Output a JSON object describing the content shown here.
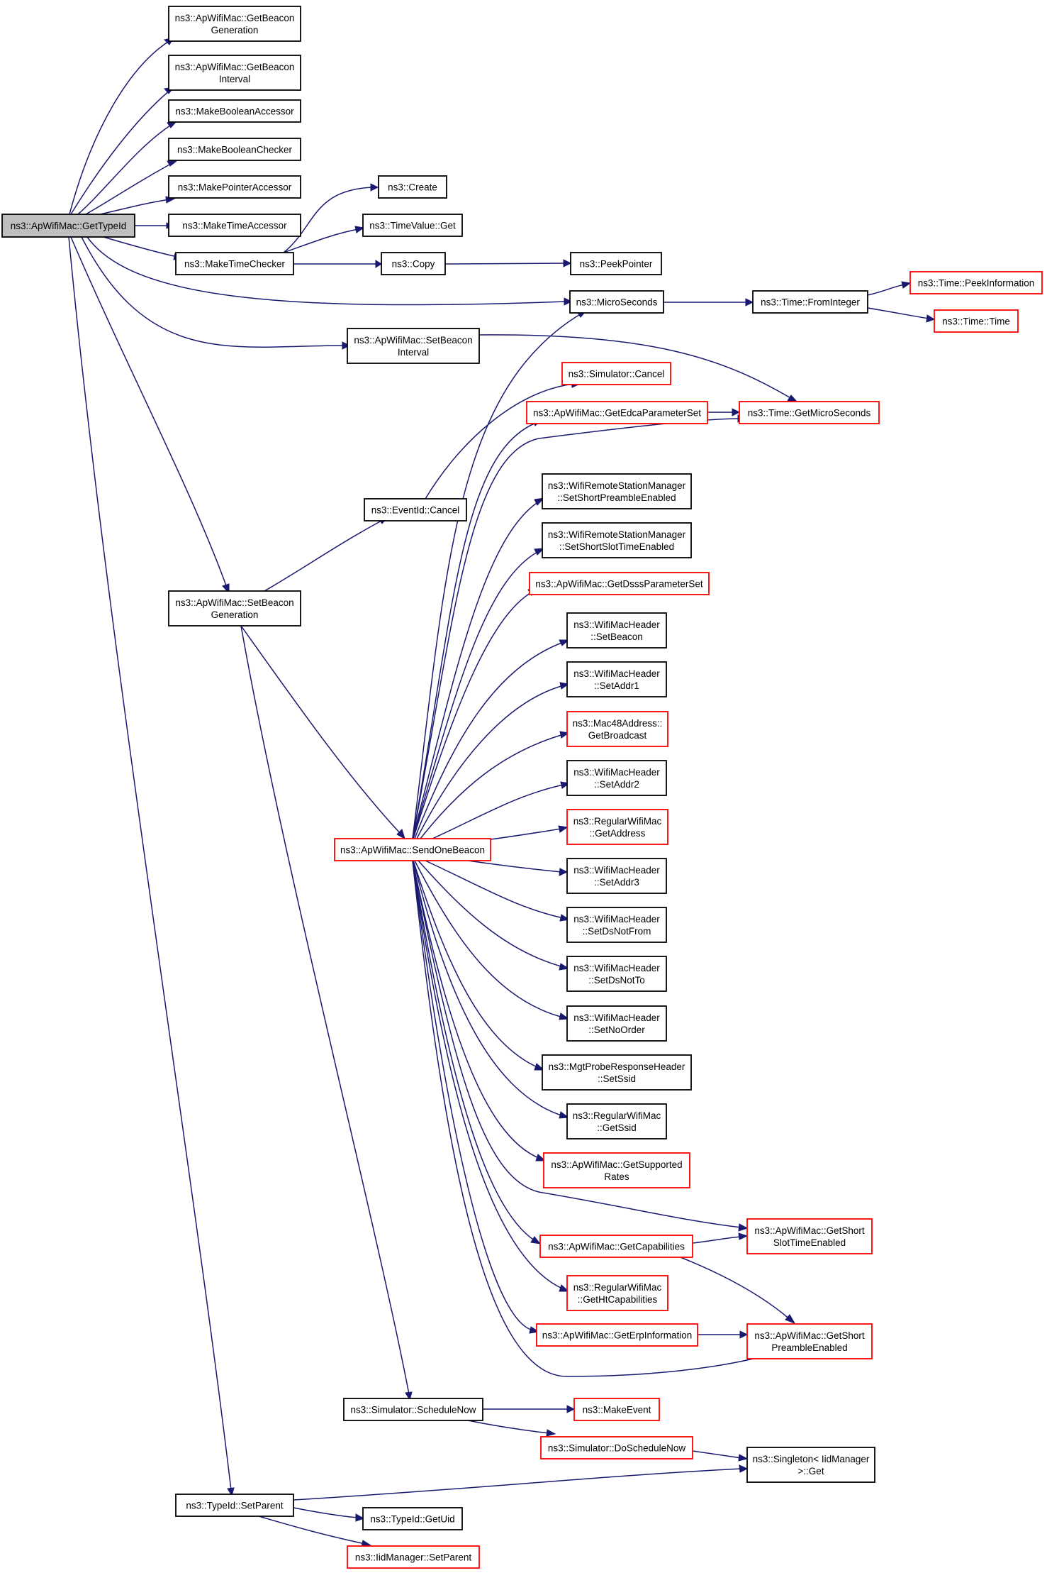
{
  "diagram": {
    "nodes": [
      {
        "id": "root",
        "lines": [
          "ns3::ApWifiMac::GetTypeId"
        ],
        "border": "root"
      },
      {
        "id": "getbeacongen",
        "lines": [
          "ns3::ApWifiMac::GetBeacon",
          "Generation"
        ],
        "border": "black"
      },
      {
        "id": "getbeaconint",
        "lines": [
          "ns3::ApWifiMac::GetBeacon",
          "Interval"
        ],
        "border": "black"
      },
      {
        "id": "mkboolacc",
        "lines": [
          "ns3::MakeBooleanAccessor"
        ],
        "border": "black"
      },
      {
        "id": "mkboolchk",
        "lines": [
          "ns3::MakeBooleanChecker"
        ],
        "border": "black"
      },
      {
        "id": "mkptracc",
        "lines": [
          "ns3::MakePointerAccessor"
        ],
        "border": "black"
      },
      {
        "id": "mktimeacc",
        "lines": [
          "ns3::MakeTimeAccessor"
        ],
        "border": "black"
      },
      {
        "id": "mktimechk",
        "lines": [
          "ns3::MakeTimeChecker"
        ],
        "border": "black"
      },
      {
        "id": "create",
        "lines": [
          "ns3::Create"
        ],
        "border": "black"
      },
      {
        "id": "timevalueget",
        "lines": [
          "ns3::TimeValue::Get"
        ],
        "border": "black"
      },
      {
        "id": "copy",
        "lines": [
          "ns3::Copy"
        ],
        "border": "black"
      },
      {
        "id": "peekpointer",
        "lines": [
          "ns3::PeekPointer"
        ],
        "border": "black"
      },
      {
        "id": "microseconds",
        "lines": [
          "ns3::MicroSeconds"
        ],
        "border": "black"
      },
      {
        "id": "frominteger",
        "lines": [
          "ns3::Time::FromInteger"
        ],
        "border": "black"
      },
      {
        "id": "peekinfo",
        "lines": [
          "ns3::Time::PeekInformation"
        ],
        "border": "red"
      },
      {
        "id": "timetime",
        "lines": [
          "ns3::Time::Time"
        ],
        "border": "red"
      },
      {
        "id": "setbeaconint",
        "lines": [
          "ns3::ApWifiMac::SetBeacon",
          "Interval"
        ],
        "border": "black"
      },
      {
        "id": "simcancel",
        "lines": [
          "ns3::Simulator::Cancel"
        ],
        "border": "red"
      },
      {
        "id": "getedca",
        "lines": [
          "ns3::ApWifiMac::GetEdcaParameterSet"
        ],
        "border": "red"
      },
      {
        "id": "getmicro",
        "lines": [
          "ns3::Time::GetMicroSeconds"
        ],
        "border": "red"
      },
      {
        "id": "setshortpre",
        "lines": [
          "ns3::WifiRemoteStationManager",
          "::SetShortPreambleEnabled"
        ],
        "border": "black"
      },
      {
        "id": "eventcancel",
        "lines": [
          "ns3::EventId::Cancel"
        ],
        "border": "black"
      },
      {
        "id": "setshortslot",
        "lines": [
          "ns3::WifiRemoteStationManager",
          "::SetShortSlotTimeEnabled"
        ],
        "border": "black"
      },
      {
        "id": "getdsss",
        "lines": [
          "ns3::ApWifiMac::GetDsssParameterSet"
        ],
        "border": "red"
      },
      {
        "id": "setbeacongen",
        "lines": [
          "ns3::ApWifiMac::SetBeacon",
          "Generation"
        ],
        "border": "black"
      },
      {
        "id": "hdrsetbeacon",
        "lines": [
          "ns3::WifiMacHeader",
          "::SetBeacon"
        ],
        "border": "black"
      },
      {
        "id": "setaddr1",
        "lines": [
          "ns3::WifiMacHeader",
          "::SetAddr1"
        ],
        "border": "black"
      },
      {
        "id": "getbroadcast",
        "lines": [
          "ns3::Mac48Address::",
          "GetBroadcast"
        ],
        "border": "red"
      },
      {
        "id": "setaddr2",
        "lines": [
          "ns3::WifiMacHeader",
          "::SetAddr2"
        ],
        "border": "black"
      },
      {
        "id": "getaddress",
        "lines": [
          "ns3::RegularWifiMac",
          "::GetAddress"
        ],
        "border": "red"
      },
      {
        "id": "sendonebeacon",
        "lines": [
          "ns3::ApWifiMac::SendOneBeacon"
        ],
        "border": "red"
      },
      {
        "id": "setaddr3",
        "lines": [
          "ns3::WifiMacHeader",
          "::SetAddr3"
        ],
        "border": "black"
      },
      {
        "id": "setdsnotfrom",
        "lines": [
          "ns3::WifiMacHeader",
          "::SetDsNotFrom"
        ],
        "border": "black"
      },
      {
        "id": "setdsnotto",
        "lines": [
          "ns3::WifiMacHeader",
          "::SetDsNotTo"
        ],
        "border": "black"
      },
      {
        "id": "setnoorder",
        "lines": [
          "ns3::WifiMacHeader",
          "::SetNoOrder"
        ],
        "border": "black"
      },
      {
        "id": "setssid",
        "lines": [
          "ns3::MgtProbeResponseHeader",
          "::SetSsid"
        ],
        "border": "black"
      },
      {
        "id": "getssid",
        "lines": [
          "ns3::RegularWifiMac",
          "::GetSsid"
        ],
        "border": "black"
      },
      {
        "id": "getsupported",
        "lines": [
          "ns3::ApWifiMac::GetSupported",
          "Rates"
        ],
        "border": "red"
      },
      {
        "id": "getshortslot",
        "lines": [
          "ns3::ApWifiMac::GetShort",
          "SlotTimeEnabled"
        ],
        "border": "red"
      },
      {
        "id": "getcaps",
        "lines": [
          "ns3::ApWifiMac::GetCapabilities"
        ],
        "border": "red"
      },
      {
        "id": "gethtcaps",
        "lines": [
          "ns3::RegularWifiMac",
          "::GetHtCapabilities"
        ],
        "border": "red"
      },
      {
        "id": "geterp",
        "lines": [
          "ns3::ApWifiMac::GetErpInformation"
        ],
        "border": "red"
      },
      {
        "id": "getshortpre",
        "lines": [
          "ns3::ApWifiMac::GetShort",
          "PreambleEnabled"
        ],
        "border": "red"
      },
      {
        "id": "schedulenow",
        "lines": [
          "ns3::Simulator::ScheduleNow"
        ],
        "border": "black"
      },
      {
        "id": "makeevent",
        "lines": [
          "ns3::MakeEvent"
        ],
        "border": "red"
      },
      {
        "id": "doschedulenow",
        "lines": [
          "ns3::Simulator::DoScheduleNow"
        ],
        "border": "red"
      },
      {
        "id": "singletonget",
        "lines": [
          "ns3::Singleton< IidManager",
          ">::Get"
        ],
        "border": "black"
      },
      {
        "id": "typeidsetparent",
        "lines": [
          "ns3::TypeId::SetParent"
        ],
        "border": "black"
      },
      {
        "id": "getuid",
        "lines": [
          "ns3::TypeId::GetUid"
        ],
        "border": "black"
      },
      {
        "id": "iidsetparent",
        "lines": [
          "ns3::IidManager::SetParent"
        ],
        "border": "red"
      }
    ],
    "edges": [
      [
        "root",
        "getbeacongen"
      ],
      [
        "root",
        "getbeaconint"
      ],
      [
        "root",
        "mkboolacc"
      ],
      [
        "root",
        "mkboolchk"
      ],
      [
        "root",
        "mkptracc"
      ],
      [
        "root",
        "mktimeacc"
      ],
      [
        "root",
        "mktimechk"
      ],
      [
        "root",
        "microseconds"
      ],
      [
        "root",
        "setbeaconint"
      ],
      [
        "root",
        "setbeacongen"
      ],
      [
        "root",
        "typeidsetparent"
      ],
      [
        "mktimechk",
        "create"
      ],
      [
        "mktimechk",
        "timevalueget"
      ],
      [
        "mktimechk",
        "copy"
      ],
      [
        "copy",
        "peekpointer"
      ],
      [
        "microseconds",
        "frominteger"
      ],
      [
        "frominteger",
        "peekinfo"
      ],
      [
        "frominteger",
        "timetime"
      ],
      [
        "setbeaconint",
        "getmicro"
      ],
      [
        "getedca",
        "getmicro"
      ],
      [
        "setbeacongen",
        "eventcancel"
      ],
      [
        "setbeacongen",
        "sendonebeacon"
      ],
      [
        "setbeacongen",
        "schedulenow"
      ],
      [
        "eventcancel",
        "simcancel"
      ],
      [
        "sendonebeacon",
        "microseconds"
      ],
      [
        "sendonebeacon",
        "getedca"
      ],
      [
        "sendonebeacon",
        "getmicro"
      ],
      [
        "sendonebeacon",
        "setshortpre"
      ],
      [
        "sendonebeacon",
        "setshortslot"
      ],
      [
        "sendonebeacon",
        "getdsss"
      ],
      [
        "sendonebeacon",
        "hdrsetbeacon"
      ],
      [
        "sendonebeacon",
        "setaddr1"
      ],
      [
        "sendonebeacon",
        "getbroadcast"
      ],
      [
        "sendonebeacon",
        "setaddr2"
      ],
      [
        "sendonebeacon",
        "getaddress"
      ],
      [
        "sendonebeacon",
        "setaddr3"
      ],
      [
        "sendonebeacon",
        "setdsnotfrom"
      ],
      [
        "sendonebeacon",
        "setdsnotto"
      ],
      [
        "sendonebeacon",
        "setnoorder"
      ],
      [
        "sendonebeacon",
        "setssid"
      ],
      [
        "sendonebeacon",
        "getssid"
      ],
      [
        "sendonebeacon",
        "getsupported"
      ],
      [
        "sendonebeacon",
        "getshortslot"
      ],
      [
        "sendonebeacon",
        "getcaps"
      ],
      [
        "sendonebeacon",
        "gethtcaps"
      ],
      [
        "sendonebeacon",
        "geterp"
      ],
      [
        "sendonebeacon",
        "getshortpre"
      ],
      [
        "getcaps",
        "getshortslot"
      ],
      [
        "getcaps",
        "getshortpre"
      ],
      [
        "geterp",
        "getshortpre"
      ],
      [
        "schedulenow",
        "makeevent"
      ],
      [
        "schedulenow",
        "doschedulenow"
      ],
      [
        "doschedulenow",
        "singletonget"
      ],
      [
        "typeidsetparent",
        "singletonget"
      ],
      [
        "typeidsetparent",
        "getuid"
      ],
      [
        "typeidsetparent",
        "iidsetparent"
      ]
    ]
  },
  "colors": {
    "edge": "#191970",
    "node_border": "#000000",
    "node_border_incomplete": "#ff0000",
    "root_fill": "#bfbfbf"
  }
}
